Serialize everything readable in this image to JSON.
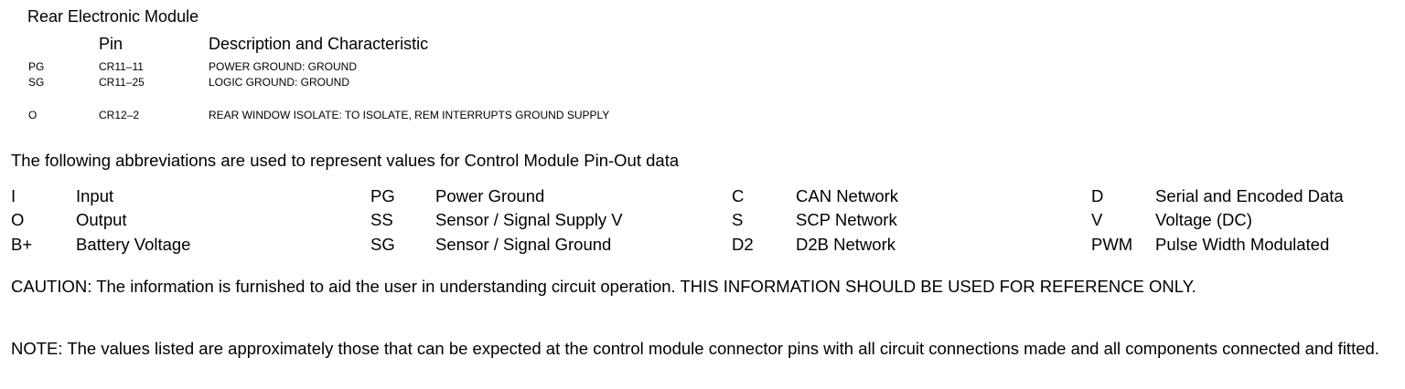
{
  "module": {
    "title": "Rear Electronic Module",
    "headers": {
      "pin": "Pin",
      "description": "Description and Characteristic"
    },
    "rows": [
      {
        "type": "PG",
        "pin": "CR11–11",
        "description": "POWER GROUND: GROUND"
      },
      {
        "type": "SG",
        "pin": "CR11–25",
        "description": "LOGIC GROUND: GROUND"
      },
      {
        "type": "O",
        "pin": "CR12–2",
        "description": "REAR WINDOW ISOLATE: TO ISOLATE, REM INTERRUPTS GROUND SUPPLY"
      }
    ]
  },
  "abbreviations": {
    "intro": "The following abbreviations are used to represent values for Control Module Pin-Out data",
    "columns": [
      [
        {
          "code": "I",
          "meaning": "Input"
        },
        {
          "code": "O",
          "meaning": "Output"
        },
        {
          "code": "B+",
          "meaning": "Battery Voltage"
        }
      ],
      [
        {
          "code": "PG",
          "meaning": "Power Ground"
        },
        {
          "code": "SS",
          "meaning": "Sensor / Signal Supply V"
        },
        {
          "code": "SG",
          "meaning": "Sensor / Signal Ground"
        }
      ],
      [
        {
          "code": "C",
          "meaning": "CAN Network"
        },
        {
          "code": "S",
          "meaning": "SCP Network"
        },
        {
          "code": "D2",
          "meaning": "D2B Network"
        }
      ],
      [
        {
          "code": "D",
          "meaning": "Serial and Encoded Data"
        },
        {
          "code": "V",
          "meaning": "Voltage (DC)"
        },
        {
          "code": "PWM",
          "meaning": "Pulse Width Modulated"
        }
      ]
    ]
  },
  "caution": "CAUTION: The information is furnished to aid the user in understanding circuit operation. THIS INFORMATION SHOULD BE USED FOR REFERENCE ONLY.",
  "note": "NOTE: The values listed are approximately those that can be expected at the control module connector pins with all circuit connections made and all components connected and fitted."
}
